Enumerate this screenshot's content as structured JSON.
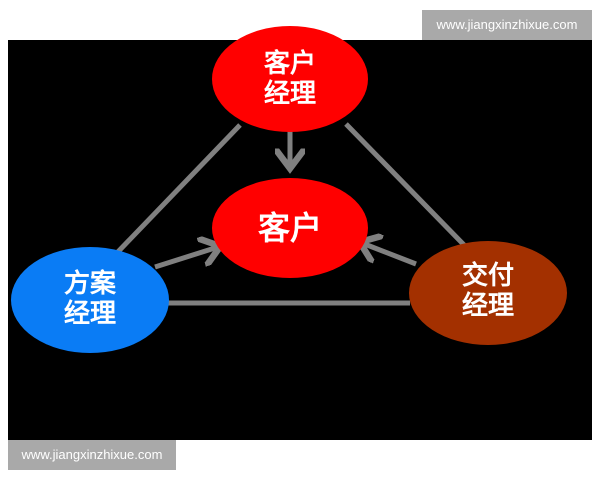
{
  "watermarks": {
    "top_right": "www.jiangxinzhixue.com",
    "bottom_left": "www.jiangxinzhixue.com"
  },
  "diagram": {
    "background": "#000000",
    "connector_color": "#808080",
    "nodes": [
      {
        "id": "account-manager",
        "line1": "客户",
        "line2": "经理",
        "color": "#ff0000"
      },
      {
        "id": "customer",
        "line1": "客户",
        "line2": "",
        "color": "#ff0000"
      },
      {
        "id": "solution-manager",
        "line1": "方案",
        "line2": "经理",
        "color": "#0a7cf5"
      },
      {
        "id": "delivery-manager",
        "line1": "交付",
        "line2": "经理",
        "color": "#a33000"
      }
    ],
    "edges": [
      {
        "from": "account-manager",
        "to": "customer",
        "type": "arrow"
      },
      {
        "from": "solution-manager",
        "to": "customer",
        "type": "arrow"
      },
      {
        "from": "delivery-manager",
        "to": "customer",
        "type": "arrow"
      },
      {
        "from": "account-manager",
        "to": "solution-manager",
        "type": "line"
      },
      {
        "from": "account-manager",
        "to": "delivery-manager",
        "type": "line"
      },
      {
        "from": "solution-manager",
        "to": "delivery-manager",
        "type": "line"
      }
    ]
  }
}
